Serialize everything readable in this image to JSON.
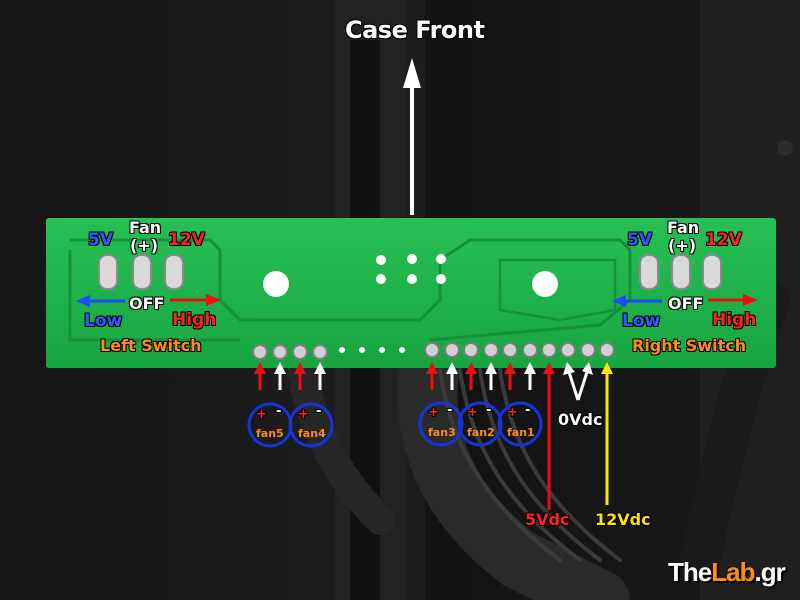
{
  "title": "Case Front",
  "left_panel": {
    "v5": "5V",
    "fan_line1": "Fan",
    "fan_line2": "(+)",
    "v12": "12V",
    "off": "OFF",
    "low": "Low",
    "high": "High",
    "name": "Left Switch"
  },
  "right_panel": {
    "v5": "5V",
    "fan_line1": "Fan",
    "fan_line2": "(+)",
    "v12": "12V",
    "off": "OFF",
    "low": "Low",
    "high": "High",
    "name": "Right Switch"
  },
  "fans": [
    {
      "label": "fan5",
      "plus": "+",
      "minus": "-"
    },
    {
      "label": "fan4",
      "plus": "+",
      "minus": "-"
    },
    {
      "label": "fan3",
      "plus": "+",
      "minus": "-"
    },
    {
      "label": "fan2",
      "plus": "+",
      "minus": "-"
    },
    {
      "label": "fan1",
      "plus": "+",
      "minus": "-"
    }
  ],
  "ground_label": "0Vdc",
  "v5_supply_label": "5Vdc",
  "v12_supply_label": "12Vdc",
  "watermark": {
    "part1": "The",
    "part2": "Lab",
    "part3": ".gr"
  },
  "colors": {
    "board": "#1fb54a",
    "arrow_red": "#e81010",
    "arrow_blue": "#1a4cff",
    "arrow_yellow": "#ffe600",
    "label_orange": "#ff8c1a",
    "circle_blue": "#1533d6"
  }
}
